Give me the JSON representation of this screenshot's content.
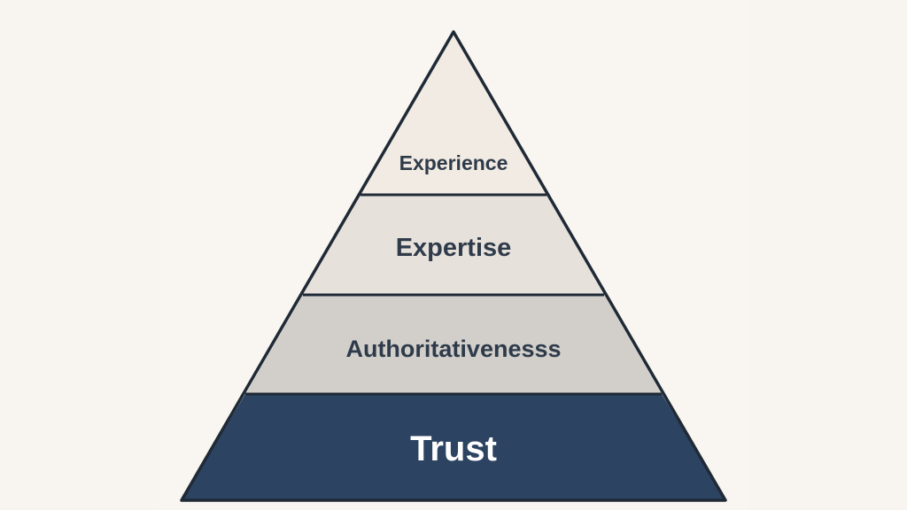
{
  "pyramid": {
    "tiers": [
      {
        "label": "Experience",
        "fill": "#f1ebe3",
        "text_color": "#2f3b4a"
      },
      {
        "label": "Expertise",
        "fill": "#e6e1db",
        "text_color": "#2f3b4a"
      },
      {
        "label": "Authoritativenesss",
        "fill": "#d2cfcb",
        "text_color": "#2f3b4a"
      },
      {
        "label": "Trust",
        "fill": "#2c4361",
        "text_color": "#ffffff"
      }
    ],
    "outline_color": "#1f2a36"
  }
}
